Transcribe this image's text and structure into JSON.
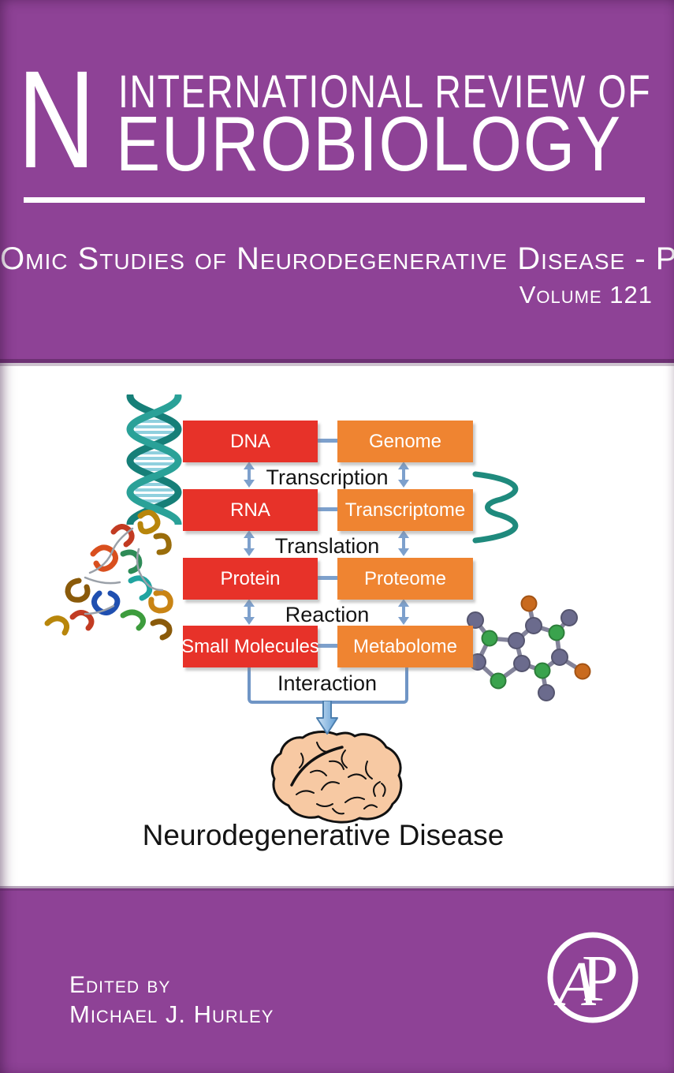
{
  "cover": {
    "series_initial": "N",
    "series_line1": "INTERNATIONAL REVIEW OF",
    "series_line2": "EUROBIOLOGY",
    "subtitle": "Omic Studies of Neurodegenerative Disease - Part A",
    "volume_label": "Volume 121",
    "edited_by_label": "Edited by",
    "editor_name": "Michael J. Hurley",
    "publisher_monogram_a": "A",
    "publisher_monogram_p": "P"
  },
  "diagram": {
    "molecule_boxes": [
      "DNA",
      "RNA",
      "Protein",
      "Small Molecules"
    ],
    "omics_boxes": [
      "Genome",
      "Transcriptome",
      "Proteome",
      "Metabolome"
    ],
    "process_labels": [
      "Transcription",
      "Translation",
      "Reaction",
      "Interaction"
    ],
    "outcome_label": "Neurodegenerative Disease",
    "icons": [
      "dna-helix",
      "protein-ribbon",
      "rna-wave",
      "molecule",
      "brain"
    ]
  },
  "colors": {
    "background_purple": "#8e4296",
    "panel_white": "#ffffff",
    "box_red": "#e73229",
    "box_orange": "#ef8431",
    "arrow_blue": "#7da0cc",
    "bracket_blue": "#6f95c5",
    "helix_teal": "#2aa198",
    "brain_peach": "#f7c9a3",
    "text_white": "#ffffff",
    "text_black": "#151515"
  }
}
